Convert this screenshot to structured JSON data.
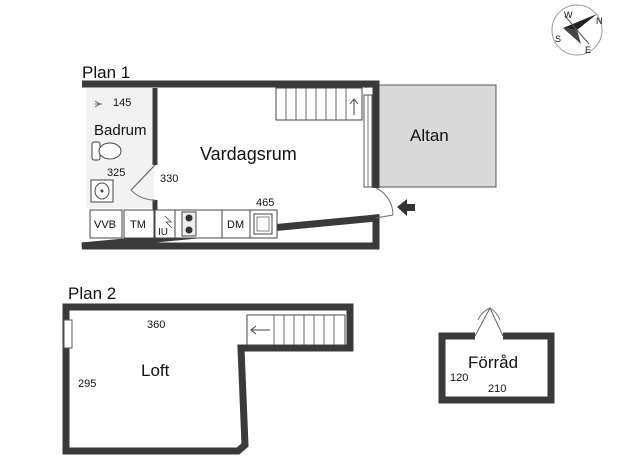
{
  "plan1": {
    "title": "Plan 1",
    "rooms": {
      "badrum": "Badrum",
      "vardagsrum": "Vardagsrum",
      "altan": "Altan"
    },
    "dims": {
      "badrum_width": "145",
      "badrum_length": "325",
      "hall_length": "330",
      "vardagsrum_width": "465"
    },
    "fixtures": {
      "vvb": "VVB",
      "tm": "TM",
      "iu": "IU",
      "dm": "DM"
    }
  },
  "plan2": {
    "title": "Plan 2",
    "rooms": {
      "loft": "Loft"
    },
    "dims": {
      "loft_width": "360",
      "loft_depth": "295"
    }
  },
  "forrad": {
    "room": "Förråd",
    "dims": {
      "depth": "120",
      "width": "210"
    }
  },
  "compass": {
    "letters": {
      "north": "N",
      "south": "S",
      "west": "W",
      "east": "E"
    }
  },
  "colors": {
    "wall": "#3a3a3a",
    "wall_fill": "#bdbdbd",
    "floor": "#ffffff",
    "altan": "#d9d9d9",
    "bath_floor": "#f2f2f2"
  },
  "icons": [
    "compass-icon",
    "entrance-arrow-icon",
    "toilet-icon",
    "sink-icon",
    "stove-icon",
    "shower-icon"
  ]
}
